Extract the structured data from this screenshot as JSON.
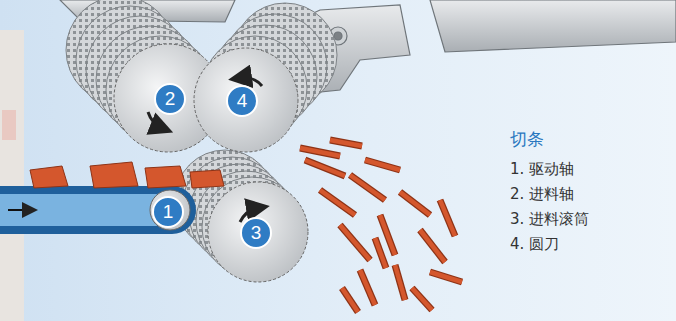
{
  "diagram": {
    "title": "切条",
    "nodes": [
      {
        "text": [
          "2"
        ]
      },
      {
        "text": [
          "4"
        ]
      },
      {
        "text": [
          "1"
        ]
      },
      {
        "text": [
          "3"
        ]
      }
    ],
    "labels": [
      "1. 驱动轴",
      "2. 进料轴",
      "3. 进料滚筒",
      "4. 圆刀"
    ]
  }
}
